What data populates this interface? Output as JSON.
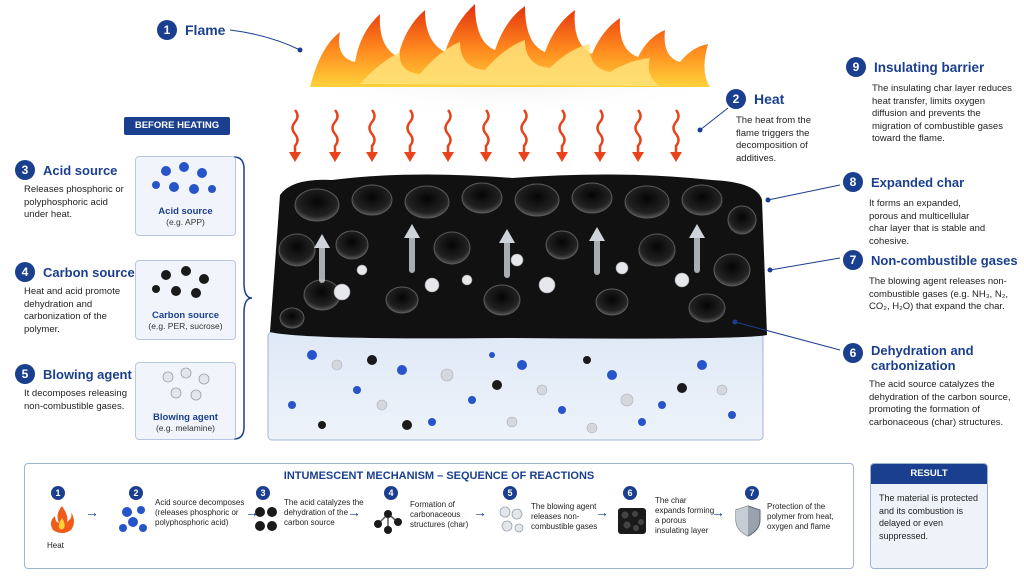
{
  "top": {
    "flame": {
      "num": "1",
      "title": "Flame"
    },
    "heat": {
      "num": "2",
      "title": "Heat",
      "desc": "The heat from the flame triggers the decomposition of additives."
    },
    "insulating": {
      "num": "9",
      "title": "Insulating barrier",
      "desc": "The insulating char layer reduces heat transfer, limits oxygen diffusion and prevents the migration of combustible gases toward the flame."
    }
  },
  "before_heating": "BEFORE HEATING",
  "left": [
    {
      "num": "3",
      "title": "Acid source",
      "desc": "Releases phosphoric or polyphosphoric acid under heat.",
      "card_label": "Acid source",
      "card_sub": "(e.g. APP)"
    },
    {
      "num": "4",
      "title": "Carbon source",
      "desc": "Heat and acid promote dehydration and carbonization of the polymer.",
      "card_label": "Carbon source",
      "card_sub": "(e.g. PER, sucrose)"
    },
    {
      "num": "5",
      "title": "Blowing agent",
      "desc": "It decomposes releasing non-combustible gases.",
      "card_label": "Blowing agent",
      "card_sub": "(e.g. melamine)"
    }
  ],
  "right": [
    {
      "num": "8",
      "title": "Expanded char",
      "desc": "It forms an expanded, porous and multicellular char layer that is stable and cohesive."
    },
    {
      "num": "7",
      "title": "Non-combustible gases",
      "desc": "The blowing agent releases non-combustible gases (e.g. NH₃, N₂, CO₂, H₂O) that expand the char."
    },
    {
      "num": "6",
      "title": "Dehydration and carbonization",
      "desc": "The acid source catalyzes the dehydration of the carbon source, promoting the formation of carbonaceous (char) structures."
    }
  ],
  "sequence": {
    "title": "INTUMESCENT MECHANISM – SEQUENCE OF REACTIONS",
    "steps": [
      {
        "num": "1",
        "text": "Heat"
      },
      {
        "num": "2",
        "text": "Acid source decomposes (releases phosphoric or polyphosphoric acid)"
      },
      {
        "num": "3",
        "text": "The acid catalyzes the dehydration of the carbon source"
      },
      {
        "num": "4",
        "text": "Formation of carbonaceous structures (char)"
      },
      {
        "num": "5",
        "text": "The blowing agent releases non-combustible gases"
      },
      {
        "num": "6",
        "text": "The char expands forming a porous insulating layer"
      },
      {
        "num": "7",
        "text": "Protection of the polymer from heat, oxygen and flame"
      }
    ]
  },
  "result": {
    "title": "RESULT",
    "text": "The material is protected and its combustion is delayed or even suppressed."
  },
  "colors": {
    "accent": "#1b3f8f",
    "flame": "#f05a1a",
    "char": "#1a1a1a"
  }
}
